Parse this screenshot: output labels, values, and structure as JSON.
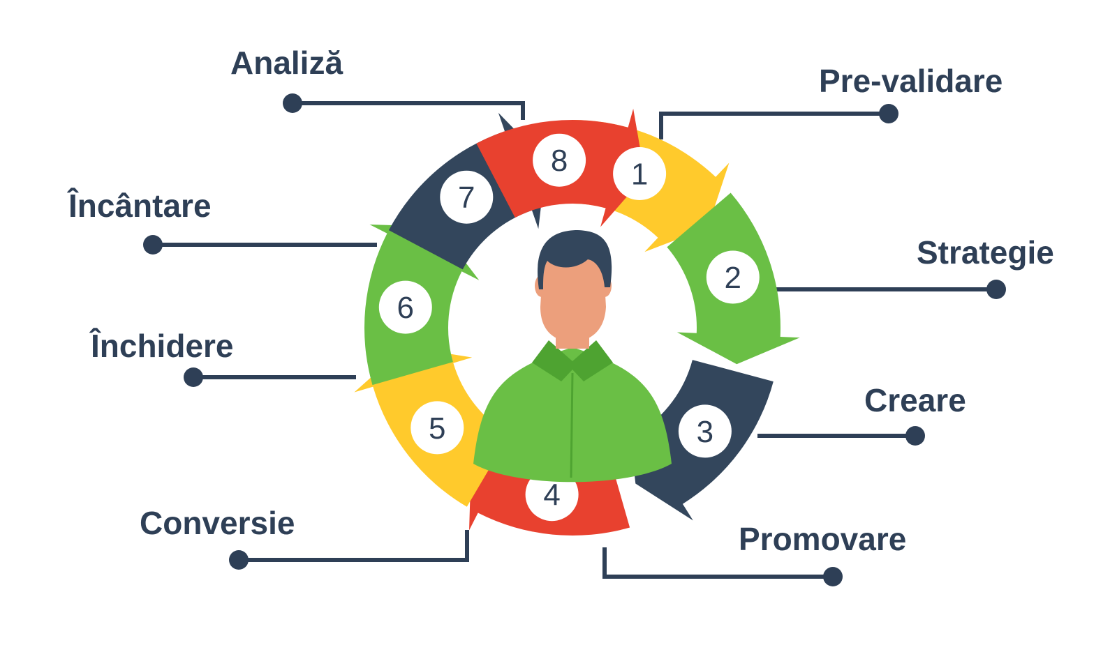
{
  "colors": {
    "ink": "#2e3f56",
    "yellow": "#ffca2c",
    "green": "#6abf45",
    "red": "#e8412f",
    "navy": "#33465c",
    "skin": "#ec9f7c",
    "hair": "#33465c",
    "shirt": "#6abf45",
    "collar": "#4ea331",
    "badge": "#ffffff"
  },
  "stages": [
    {
      "number": "1",
      "label": "Pre-validare",
      "color": "yellow"
    },
    {
      "number": "2",
      "label": "Strategie",
      "color": "green"
    },
    {
      "number": "3",
      "label": "Creare",
      "color": "navy"
    },
    {
      "number": "4",
      "label": "Promovare",
      "color": "red"
    },
    {
      "number": "5",
      "label": "Conversie",
      "color": "yellow"
    },
    {
      "number": "6",
      "label": "Închidere",
      "color": "green"
    },
    {
      "number": "7",
      "label": "Încântare",
      "color": "navy"
    },
    {
      "number": "8",
      "label": "Analiză",
      "color": "red"
    }
  ],
  "center_figure": {
    "icon": "person-icon"
  }
}
